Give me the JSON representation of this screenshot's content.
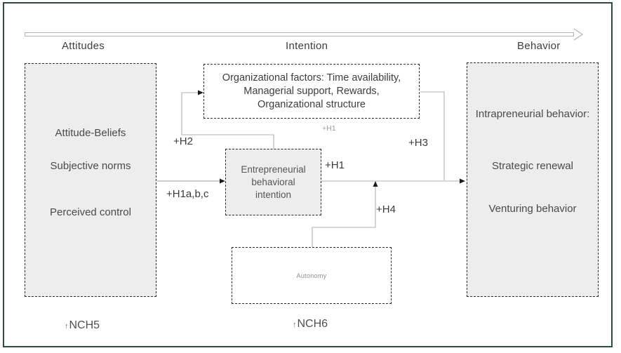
{
  "timeline": {
    "stages": [
      {
        "label": "Attitudes"
      },
      {
        "label": "Intention"
      },
      {
        "label": "Behavior"
      }
    ]
  },
  "boxes": {
    "antecedents": {
      "items": [
        {
          "label": "Attitude-Beliefs"
        },
        {
          "label": "Subjective norms"
        },
        {
          "label": "Perceived control"
        }
      ]
    },
    "organizational_factors": {
      "text": "Organizational factors: Time availability,\nManagerial support, Rewards,\nOrganizational structure"
    },
    "intention": {
      "text": "Entrepreneurial\nbehavioral\nintention"
    },
    "autonomy": {
      "label": "Autonomy"
    },
    "behavior": {
      "title": "Intrapreneurial behavior:",
      "items": [
        {
          "label": "Strategic renewal"
        },
        {
          "label": "Venturing behavior"
        }
      ]
    }
  },
  "hypotheses": {
    "h2": "+H2",
    "h1abc": "+H1a,b,c",
    "h1": "+H1",
    "h1_secondary": "+H1",
    "h3": "+H3",
    "h4": "+H4"
  },
  "footnotes": {
    "nch5": {
      "marker": "↑",
      "label": "NCH5"
    },
    "nch6": {
      "marker": "↑",
      "label": "NCH6"
    }
  },
  "colors": {
    "frame_border": "#2e4b43",
    "box_fill_gray": "#ededed",
    "box_border": "#2b2b2b",
    "connector": "#b0b0b0",
    "arrowhead": "#1a1a1a",
    "text_primary": "#3d3d3d",
    "text_muted": "#9a9a9a"
  }
}
